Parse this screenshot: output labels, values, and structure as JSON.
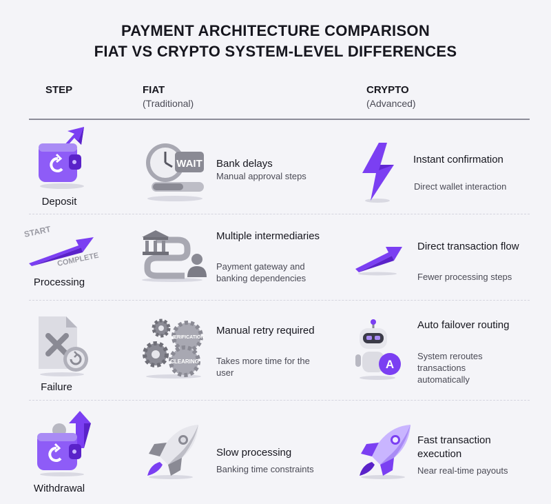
{
  "title": {
    "line1": "PAYMENT ARCHITECTURE COMPARISON",
    "line2": "FIAT VS CRYPTO  SYSTEM-LEVEL DIFFERENCES"
  },
  "columns": {
    "step": "STEP",
    "fiat": "FIAT",
    "fiat_sub": "(Traditional)",
    "crypto": "CRYPTO",
    "crypto_sub": "(Advanced)"
  },
  "rows": [
    {
      "step": "Deposit",
      "fiat_title": "Bank delays",
      "fiat_desc": "Manual approval steps",
      "crypto_title": "Instant confirmation",
      "crypto_desc": "Direct wallet interaction"
    },
    {
      "step": "Processing",
      "fiat_title": "Multiple intermediaries",
      "fiat_desc": "Payment gateway and banking dependencies",
      "crypto_title": "Direct transaction flow",
      "crypto_desc": "Fewer processing steps"
    },
    {
      "step": "Failure",
      "fiat_title": "Manual retry required",
      "fiat_desc": "Takes more time for the user",
      "crypto_title": "Auto failover routing",
      "crypto_desc": "System reroutes transactions automatically"
    },
    {
      "step": "Withdrawal",
      "fiat_title": "Slow processing",
      "fiat_desc": "Banking time constraints",
      "crypto_title": "Fast transaction execution",
      "crypto_desc": "Near real-time payouts"
    }
  ],
  "icon_text": {
    "wait": "WAIT",
    "start": "START",
    "complete": "COMPLETE",
    "verification": "VERIFICATION",
    "clearing": "CLEARING",
    "robot_badge": "A"
  },
  "colors": {
    "purple": "#7b3ff2",
    "purple_dark": "#5a22c9",
    "purple_light": "#a98bf5",
    "gray": "#9a9aa3",
    "gray_dark": "#6f6f78"
  }
}
